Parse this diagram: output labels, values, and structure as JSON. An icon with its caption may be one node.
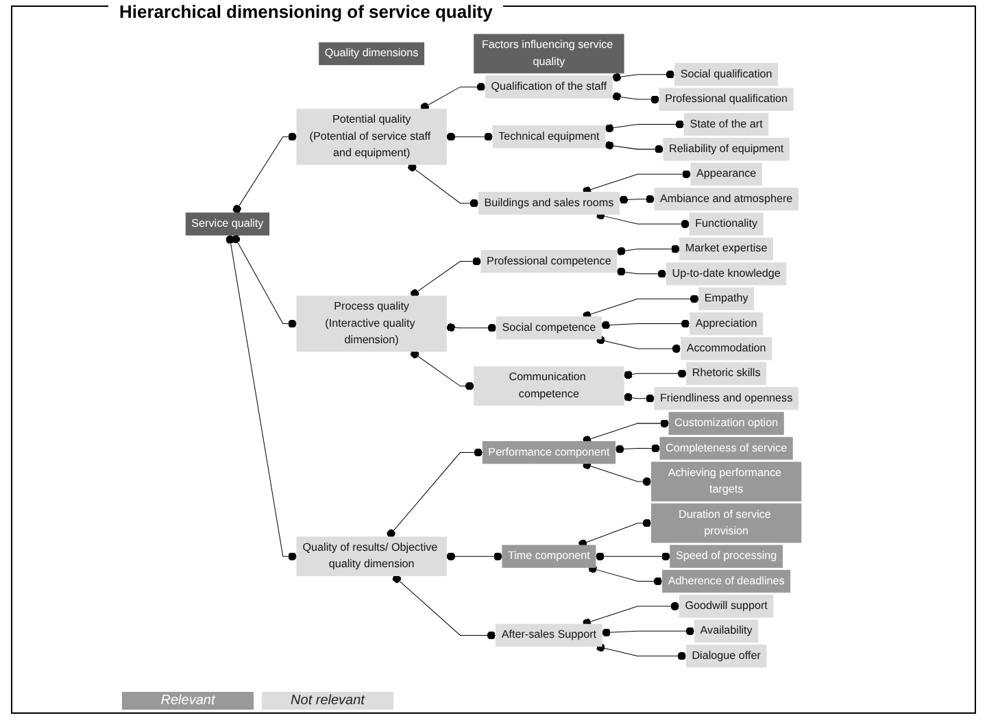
{
  "diagram": {
    "title": "Hierarchical dimensioning of service quality",
    "nodes": [
      {
        "text": [
          "Quality dimensions"
        ]
      },
      {
        "text": [
          "Factors influencing service quality"
        ]
      },
      {
        "text": [
          "Service quality"
        ]
      },
      {
        "text": [
          "Potential quality",
          "(Potential of service staff and equipment)"
        ]
      },
      {
        "text": [
          "Qualification of the staff"
        ]
      },
      {
        "text": [
          "Social qualification"
        ]
      },
      {
        "text": [
          "Professional qualification"
        ]
      },
      {
        "text": [
          "Technical equipment"
        ]
      },
      {
        "text": [
          "State of the art"
        ]
      },
      {
        "text": [
          "Reliability of equipment"
        ]
      },
      {
        "text": [
          "Buildings and sales rooms"
        ]
      },
      {
        "text": [
          "Appearance"
        ]
      },
      {
        "text": [
          "Ambiance and atmosphere"
        ]
      },
      {
        "text": [
          "Functionality"
        ]
      },
      {
        "text": [
          "Process quality",
          "(Interactive quality dimension)"
        ]
      },
      {
        "text": [
          "Professional competence"
        ]
      },
      {
        "text": [
          "Market expertise"
        ]
      },
      {
        "text": [
          "Up-to-date knowledge"
        ]
      },
      {
        "text": [
          "Social competence"
        ]
      },
      {
        "text": [
          "Empathy"
        ]
      },
      {
        "text": [
          "Appreciation"
        ]
      },
      {
        "text": [
          "Accommodation"
        ]
      },
      {
        "text": [
          "Communication competence"
        ]
      },
      {
        "text": [
          "Rhetoric skills"
        ]
      },
      {
        "text": [
          "Friendliness and openness"
        ]
      },
      {
        "text": [
          "Quality of results/ Objective quality dimension"
        ]
      },
      {
        "text": [
          "Performance component"
        ]
      },
      {
        "text": [
          "Customization option"
        ]
      },
      {
        "text": [
          "Completeness of service"
        ]
      },
      {
        "text": [
          "Achieving performance targets"
        ]
      },
      {
        "text": [
          "Time component"
        ]
      },
      {
        "text": [
          "Duration of service provision"
        ]
      },
      {
        "text": [
          "Speed of processing"
        ]
      },
      {
        "text": [
          "Adherence of deadlines"
        ]
      },
      {
        "text": [
          "After-sales Support"
        ]
      },
      {
        "text": [
          "Goodwill support"
        ]
      },
      {
        "text": [
          "Availability"
        ]
      },
      {
        "text": [
          "Dialogue offer"
        ]
      }
    ],
    "edges": [
      {
        "from": 2,
        "to": 3,
        "arrow": "other"
      },
      {
        "from": 2,
        "to": 14,
        "arrow": "other"
      },
      {
        "from": 2,
        "to": 25,
        "arrow": "other"
      },
      {
        "from": 3,
        "to": 4,
        "arrow": "other"
      },
      {
        "from": 3,
        "to": 7,
        "arrow": "other"
      },
      {
        "from": 3,
        "to": 10,
        "arrow": "other"
      },
      {
        "from": 4,
        "to": 5,
        "arrow": "other"
      },
      {
        "from": 4,
        "to": 6,
        "arrow": "other"
      },
      {
        "from": 7,
        "to": 8,
        "arrow": "other"
      },
      {
        "from": 7,
        "to": 9,
        "arrow": "other"
      },
      {
        "from": 10,
        "to": 11,
        "arrow": "other"
      },
      {
        "from": 10,
        "to": 12,
        "arrow": "other"
      },
      {
        "from": 10,
        "to": 13,
        "arrow": "other"
      },
      {
        "from": 14,
        "to": 15,
        "arrow": "other"
      },
      {
        "from": 14,
        "to": 18,
        "arrow": "other"
      },
      {
        "from": 14,
        "to": 22,
        "arrow": "other"
      },
      {
        "from": 15,
        "to": 16,
        "arrow": "other"
      },
      {
        "from": 15,
        "to": 17,
        "arrow": "other"
      },
      {
        "from": 18,
        "to": 19,
        "arrow": "other"
      },
      {
        "from": 18,
        "to": 20,
        "arrow": "other"
      },
      {
        "from": 18,
        "to": 21,
        "arrow": "other"
      },
      {
        "from": 22,
        "to": 23,
        "arrow": "other"
      },
      {
        "from": 22,
        "to": 24,
        "arrow": "other"
      },
      {
        "from": 25,
        "to": 26,
        "arrow": "other"
      },
      {
        "from": 25,
        "to": 30,
        "arrow": "other"
      },
      {
        "from": 25,
        "to": 34,
        "arrow": "other"
      },
      {
        "from": 26,
        "to": 27,
        "arrow": "other"
      },
      {
        "from": 26,
        "to": 28,
        "arrow": "other"
      },
      {
        "from": 26,
        "to": 29,
        "arrow": "other"
      },
      {
        "from": 30,
        "to": 31,
        "arrow": "other"
      },
      {
        "from": 30,
        "to": 32,
        "arrow": "other"
      },
      {
        "from": 30,
        "to": 33,
        "arrow": "other"
      },
      {
        "from": 34,
        "to": 35,
        "arrow": "other"
      },
      {
        "from": 34,
        "to": 36,
        "arrow": "other"
      },
      {
        "from": 34,
        "to": 37,
        "arrow": "other"
      }
    ],
    "legend": [
      {
        "text": "Relevant",
        "color": "#999999"
      },
      {
        "text": "Not relevant",
        "color": "#dddddd"
      }
    ]
  }
}
